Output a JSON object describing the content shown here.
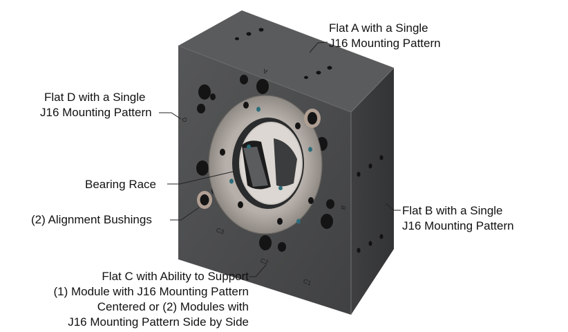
{
  "colors": {
    "plate_front": "#4b4c4d",
    "plate_top": "#5e5f60",
    "plate_side": "#3a3b3c",
    "bearing_race": "#a7a09a",
    "bore_dark": "#151515",
    "leader": "#222222"
  },
  "labels": {
    "flat_a": {
      "line1": "Flat A with a Single",
      "line2": "J16 Mounting Pattern"
    },
    "flat_d": {
      "line1": "Flat D with a Single",
      "line2": "J16 Mounting Pattern"
    },
    "bearing_race": {
      "line1": "Bearing Race"
    },
    "alignment_bushings": {
      "line1": "(2) Alignment Bushings"
    },
    "flat_b": {
      "line1": "Flat B with a Single",
      "line2": "J16 Mounting Pattern"
    },
    "flat_c": {
      "line1": "Flat C with Ability to Support",
      "line2": "(1) Module with J16 Mounting Pattern",
      "line3": "Centered or (2) Modules with",
      "line4": "J16 Mounting Pattern Side by Side"
    }
  },
  "engraved": {
    "a": "A",
    "b": "B",
    "c1": "C1",
    "c2": "C2",
    "c3": "C3",
    "d": "D"
  }
}
